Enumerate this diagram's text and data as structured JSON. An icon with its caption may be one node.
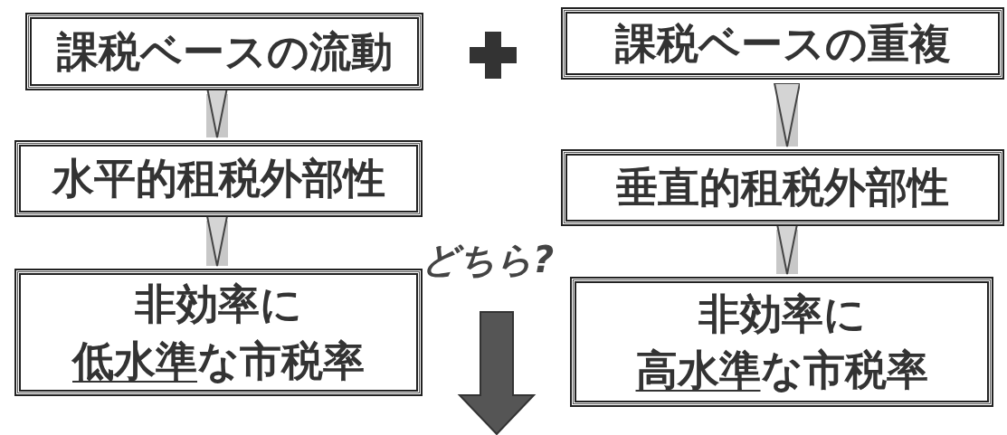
{
  "diagram": {
    "nodes": [
      {
        "text": [
          "課税ベースの流動"
        ]
      },
      {
        "text": [
          "課税ベースの重複"
        ]
      },
      {
        "text": [
          "水平的租税外部性"
        ]
      },
      {
        "text": [
          "垂直的租税外部性"
        ]
      },
      {
        "text": [
          "非効率に低水準な市税率"
        ]
      },
      {
        "text": [
          "非効率に高水準な市税率"
        ]
      }
    ],
    "edges": [
      {
        "from": 0,
        "to": 2,
        "arrow": "to"
      },
      {
        "from": 2,
        "to": 4,
        "arrow": "to"
      },
      {
        "from": 1,
        "to": 3,
        "arrow": "to"
      },
      {
        "from": 3,
        "to": 5,
        "arrow": "to"
      }
    ],
    "labels": [
      "どちら?"
    ]
  }
}
